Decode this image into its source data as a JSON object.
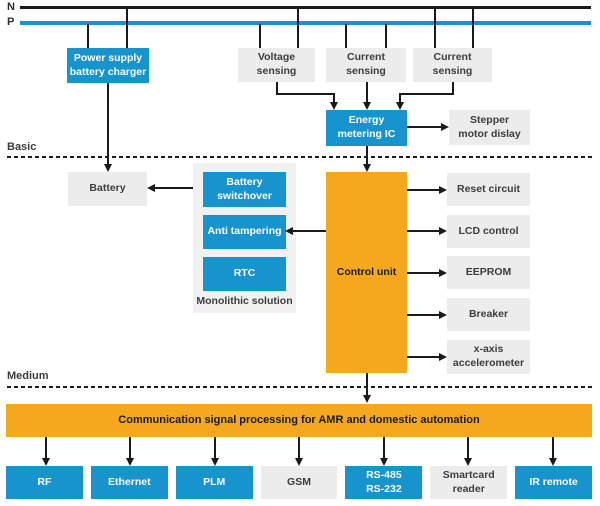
{
  "colors": {
    "block_blue": "#1793CE",
    "block_orange": "#F3A81E",
    "block_gray": "#ECECEC",
    "container_gray": "#F1F1F1",
    "wire_neutral": "#1A1A1A",
    "wire_phase": "#1793CE"
  },
  "wires": {
    "neutral_label": "N",
    "phase_label": "P"
  },
  "sections": {
    "basic": "Basic",
    "medium": "Medium"
  },
  "blocks": {
    "power_supply": "Power supply\nbattery charger",
    "voltage_sensing": "Voltage\nsensing",
    "current_sensing_1": "Current\nsensing",
    "current_sensing_2": "Current\nsensing",
    "energy_metering_ic": "Energy\nmetering IC",
    "stepper_motor_display": "Stepper\nmotor dislay",
    "battery": "Battery",
    "battery_switchover": "Battery\nswitchover",
    "anti_tampering": "Anti tampering",
    "rtc": "RTC",
    "monolithic_caption": "Monolithic solution",
    "control_unit": "Control unit",
    "reset_circuit": "Reset circuit",
    "lcd_control": "LCD control",
    "eeprom": "EEPROM",
    "breaker": "Breaker",
    "x_axis_accelerometer": "x-axis\naccelerometer",
    "comm_processing": "Communication signal processing for AMR and domestic automation",
    "rf": "RF",
    "ethernet": "Ethernet",
    "plm": "PLM",
    "gsm": "GSM",
    "rs485_rs232": "RS-485\nRS-232",
    "smartcard_reader": "Smartcard\nreader",
    "ir_remote": "IR remote"
  }
}
